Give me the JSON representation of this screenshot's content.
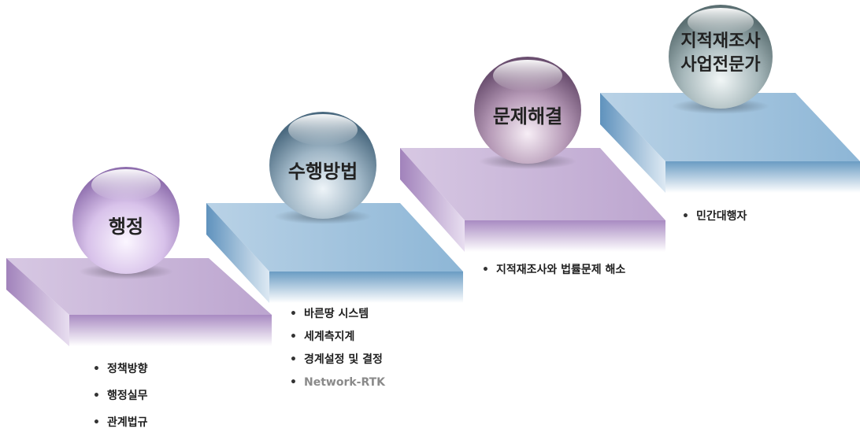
{
  "steps": [
    {
      "sphere_label": "행정",
      "bullets": [
        "정책방향",
        "행정실무",
        "관계법규"
      ]
    },
    {
      "sphere_label": "수행방법",
      "bullets": [
        "바른땅 시스템",
        "세계측지계",
        "경계설정 및 결정",
        "Network-RTK"
      ]
    },
    {
      "sphere_label": "문제해결",
      "bullets": [
        "지적재조사와 법률문제 해소"
      ]
    },
    {
      "sphere_label_lines": [
        "지적재조사",
        "사업전문가"
      ],
      "bullets": [
        "민간대행자"
      ]
    }
  ],
  "colors": {
    "purple_top": "#c9b6d8",
    "purple_side": "#a88ec0",
    "blue_top": "#a7c6df",
    "blue_side": "#6f9fc4"
  }
}
